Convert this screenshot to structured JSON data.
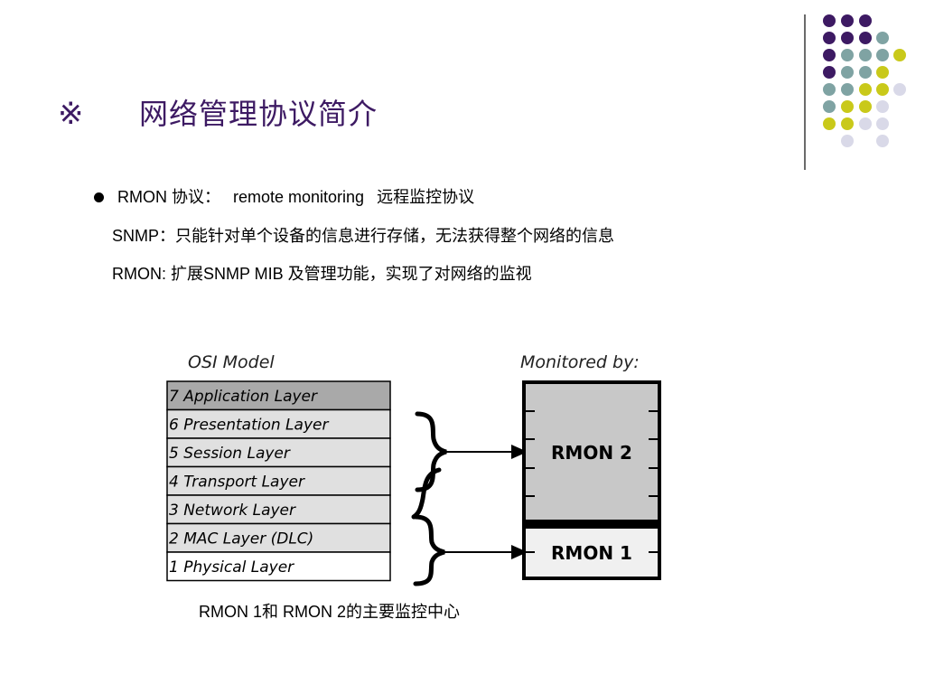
{
  "slide": {
    "title_mark": "※",
    "title": "网络管理协议简介",
    "accent_colors": {
      "title": "#3d1a63",
      "dot_purple": "#3d1a63",
      "dot_teal": "#7fa3a3",
      "dot_yellow": "#c9c91a",
      "dot_lavender": "#d9d9e8"
    }
  },
  "bullets": {
    "line1_a": "RMON 协议：",
    "line1_b": "remote monitoring",
    "line1_c": "远程监控协议",
    "line2": "SNMP：只能针对单个设备的信息进行存储，无法获得整个网络的信息",
    "line3": "RMON:  扩展SNMP MIB 及管理功能，实现了对网络的监视"
  },
  "diagram": {
    "osi_heading": "OSI Model",
    "monitored_heading": "Monitored by:",
    "layers": [
      "7 Application Layer",
      "6 Presentation Layer",
      "5 Session Layer",
      "4 Transport Layer",
      "3 Network Layer",
      "2 MAC Layer  (DLC)",
      "1 Physical Layer"
    ],
    "rmon2": "RMON 2",
    "rmon1": "RMON 1"
  },
  "caption": "RMON 1和 RMON 2的主要监控中心"
}
